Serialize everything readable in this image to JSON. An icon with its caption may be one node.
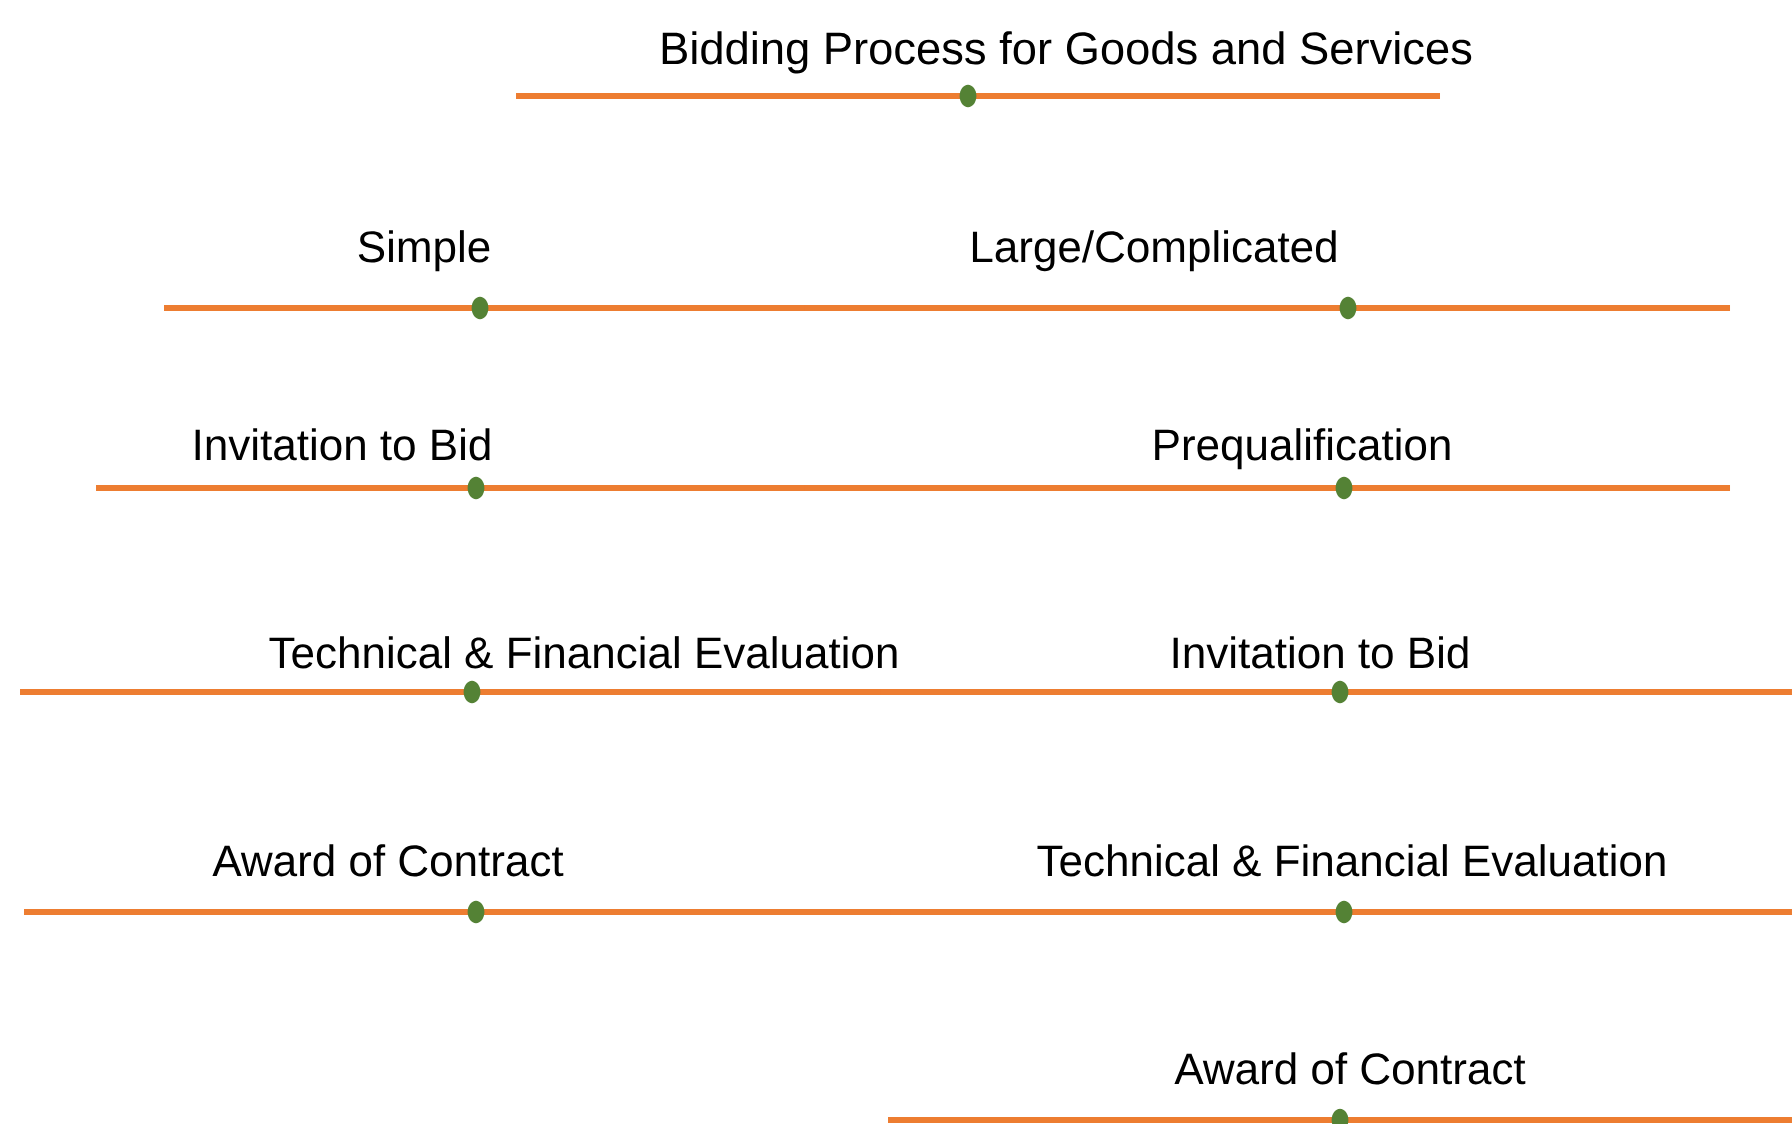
{
  "diagram": {
    "nodes": [
      {
        "text": [
          "Bidding Process for Goods and Services"
        ]
      },
      {
        "text": [
          "Simple"
        ]
      },
      {
        "text": [
          "Large/Complicated"
        ]
      },
      {
        "text": [
          "Invitation to Bid"
        ]
      },
      {
        "text": [
          "Prequalification"
        ]
      },
      {
        "text": [
          "Technical & Financial Evaluation"
        ]
      },
      {
        "text": [
          "Invitation to Bid"
        ]
      },
      {
        "text": [
          "Award of Contract"
        ]
      },
      {
        "text": [
          "Technical & Financial Evaluation"
        ]
      },
      {
        "text": [
          "Award of Contract"
        ]
      }
    ]
  }
}
